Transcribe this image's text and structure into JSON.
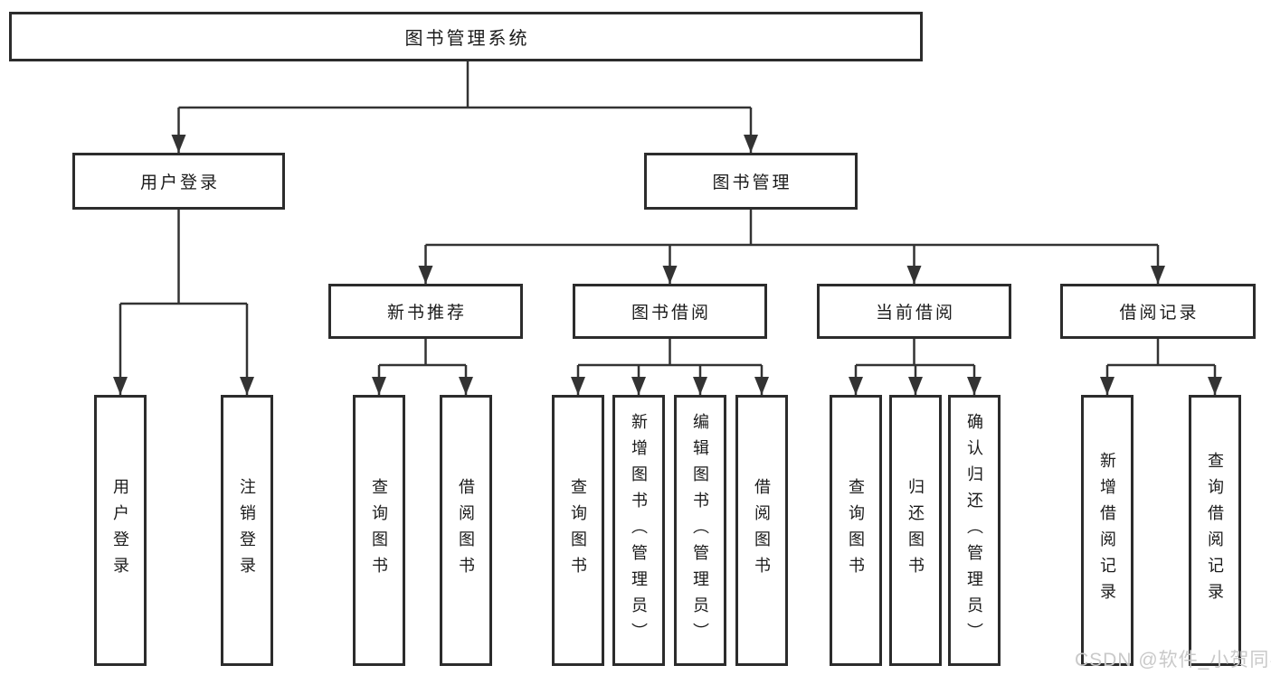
{
  "diagram": {
    "type": "hierarchy-tree",
    "tree": {
      "root": {
        "label": "图书管理系统",
        "children": [
          {
            "label": "用户登录",
            "children": [
              {
                "label": "用户登录"
              },
              {
                "label": "注销登录"
              }
            ]
          },
          {
            "label": "图书管理",
            "children": [
              {
                "label": "新书推荐",
                "children": [
                  {
                    "label": "查询图书"
                  },
                  {
                    "label": "借阅图书"
                  }
                ]
              },
              {
                "label": "图书借阅",
                "children": [
                  {
                    "label": "查询图书"
                  },
                  {
                    "label": "新增图书（管理员）"
                  },
                  {
                    "label": "编辑图书（管理员）"
                  },
                  {
                    "label": "借阅图书"
                  }
                ]
              },
              {
                "label": "当前借阅",
                "children": [
                  {
                    "label": "查询图书"
                  },
                  {
                    "label": "归还图书"
                  },
                  {
                    "label": "确认归还（管理员）"
                  }
                ]
              },
              {
                "label": "借阅记录",
                "children": [
                  {
                    "label": "新增借阅记录"
                  },
                  {
                    "label": "查询借阅记录"
                  }
                ]
              }
            ]
          }
        ]
      }
    },
    "colors": {
      "box_border": "#2c2c2c",
      "line": "#333333",
      "text": "#1b1b1b",
      "background": "#ffffff",
      "watermark": "#c9c9c9"
    }
  },
  "watermark": {
    "text": "CSDN @软件_小贺同学"
  }
}
